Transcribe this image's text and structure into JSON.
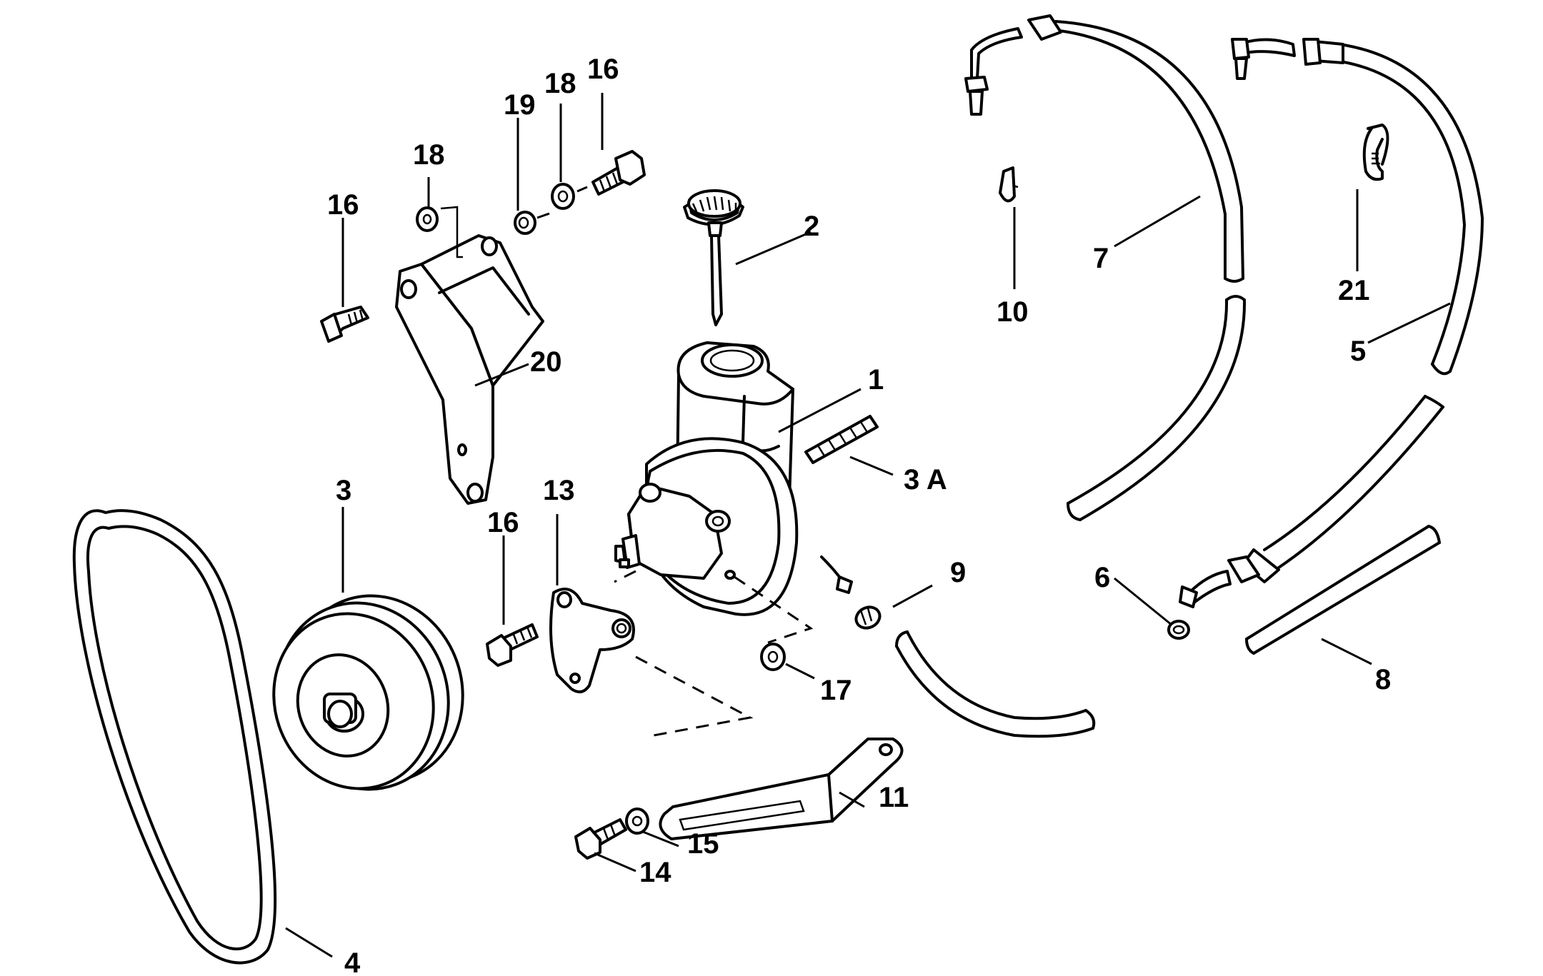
{
  "labels": {
    "l1": "1",
    "l2": "2",
    "l3": "3",
    "l3a": "3 A",
    "l4": "4",
    "l5": "5",
    "l6": "6",
    "l7": "7",
    "l8": "8",
    "l9": "9",
    "l10": "10",
    "l11": "11",
    "l13": "13",
    "l14": "14",
    "l15": "15",
    "l16a": "16",
    "l16b": "16",
    "l16c": "16",
    "l17": "17",
    "l18a": "18",
    "l18b": "18",
    "l19": "19",
    "l20": "20",
    "l21": "21"
  }
}
